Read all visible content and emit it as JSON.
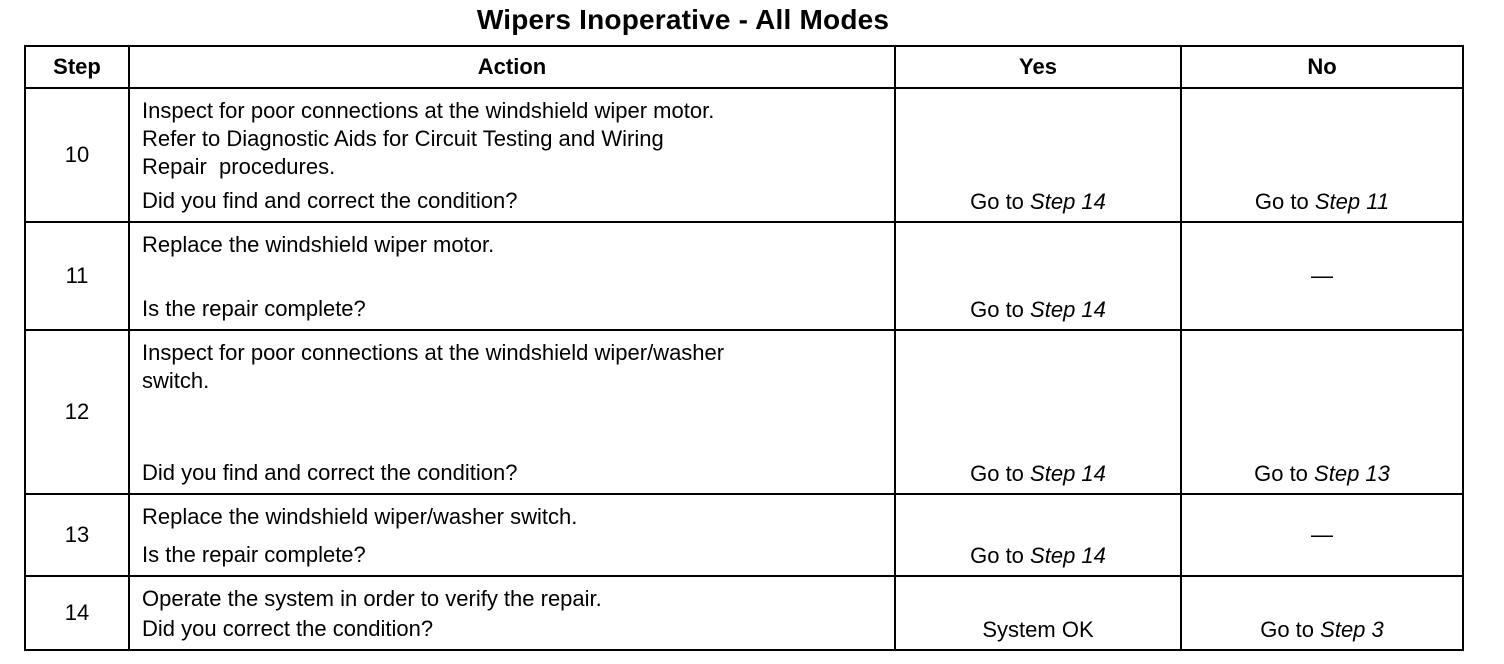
{
  "title": "Wipers Inoperative - All Modes",
  "headers": {
    "step": "Step",
    "action": "Action",
    "yes": "Yes",
    "no": "No"
  },
  "rows": [
    {
      "step": "10",
      "action_lines": [
        "Inspect for poor connections at the windshield wiper motor.",
        "Refer to Diagnostic Aids for Circuit Testing and Wiring",
        "Repair  procedures."
      ],
      "question": "Did you find and correct the condition?",
      "yes_prefix": "Go to",
      "yes_ref": "Step 14",
      "no_prefix": "Go to",
      "no_ref": "Step 11"
    },
    {
      "step": "11",
      "action_lines": [
        "Replace the windshield wiper motor."
      ],
      "question": "Is the repair complete?",
      "yes_prefix": "Go to",
      "yes_ref": "Step 14",
      "no_text": "—"
    },
    {
      "step": "12",
      "action_lines": [
        "Inspect for poor connections at the windshield wiper/washer",
        "switch."
      ],
      "question": "Did you find and correct the condition?",
      "yes_prefix": "Go to",
      "yes_ref": "Step 14",
      "no_prefix": "Go to",
      "no_ref": "Step 13"
    },
    {
      "step": "13",
      "action_lines": [
        "Replace the windshield wiper/washer switch."
      ],
      "question": "Is the repair complete?",
      "yes_prefix": "Go to",
      "yes_ref": "Step 14",
      "no_text": "—"
    },
    {
      "step": "14",
      "action_lines": [
        "Operate the system in order to verify the repair."
      ],
      "question": "Did you correct the condition?",
      "yes_text": "System OK",
      "no_prefix": "Go to",
      "no_ref": "Step 3"
    }
  ]
}
